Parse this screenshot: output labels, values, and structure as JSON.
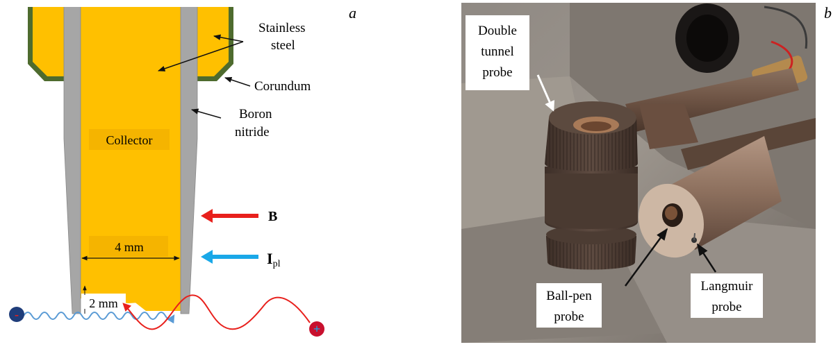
{
  "panel_a": {
    "label": "a",
    "stainless_label_line1": "Stainless",
    "stainless_label_line2": "steel",
    "corundum_label": "Corundum",
    "boron_label_line1": "Boron",
    "boron_label_line2": "nitride",
    "collector_label": "Collector",
    "width_label": "4 mm",
    "gap_label": "2 mm",
    "b_label": "B",
    "ipl_label_main": "I",
    "ipl_label_sub": "pl",
    "minus_sign": "-",
    "plus_sign": "+",
    "colors": {
      "collector": "#FFC000",
      "tube": "#A6A6A6",
      "corundum": "#4E6B2E",
      "b_arrow": "#E8201C",
      "ipl_arrow": "#1AA8E8",
      "electron": "#1F3D7A",
      "ion": "#C8102E"
    }
  },
  "panel_b": {
    "label": "b",
    "double_tunnel_line1": "Double",
    "double_tunnel_line2": "tunnel",
    "double_tunnel_line3": "probe",
    "ballpen_line1": "Ball-pen",
    "ballpen_line2": "probe",
    "langmuir_line1": "Langmuir",
    "langmuir_line2": "probe"
  }
}
